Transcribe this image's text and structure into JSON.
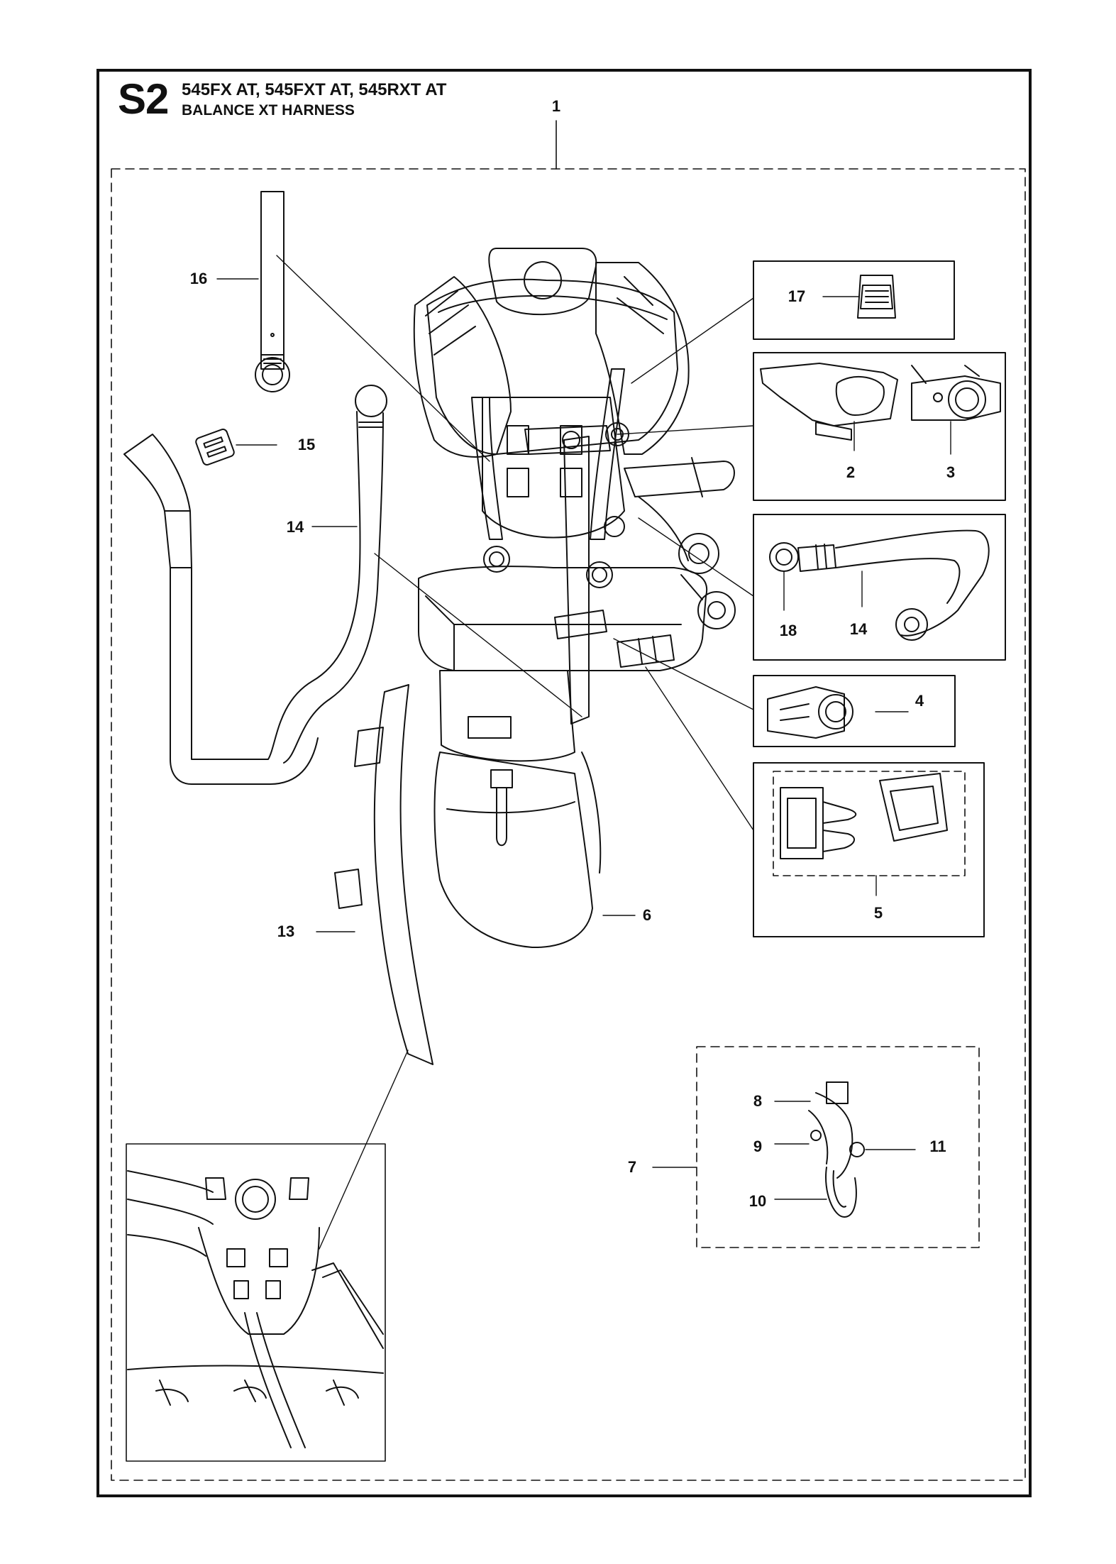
{
  "header": {
    "section_code": "S2",
    "models": "545FX AT, 545FXT AT, 545RXT AT",
    "title": "BALANCE XT HARNESS"
  },
  "callouts": [
    {
      "id": "1",
      "text": "1"
    },
    {
      "id": "2",
      "text": "2"
    },
    {
      "id": "3",
      "text": "3"
    },
    {
      "id": "4",
      "text": "4"
    },
    {
      "id": "5",
      "text": "5"
    },
    {
      "id": "6",
      "text": "6"
    },
    {
      "id": "7",
      "text": "7"
    },
    {
      "id": "8",
      "text": "8"
    },
    {
      "id": "9",
      "text": "9"
    },
    {
      "id": "10",
      "text": "10"
    },
    {
      "id": "11",
      "text": "11"
    },
    {
      "id": "13",
      "text": "13"
    },
    {
      "id": "14a",
      "text": "14"
    },
    {
      "id": "14b",
      "text": "14"
    },
    {
      "id": "15",
      "text": "15"
    },
    {
      "id": "16",
      "text": "16"
    },
    {
      "id": "17",
      "text": "17"
    },
    {
      "id": "18",
      "text": "18"
    }
  ],
  "colors": {
    "ink": "#111111",
    "paper": "#ffffff"
  }
}
